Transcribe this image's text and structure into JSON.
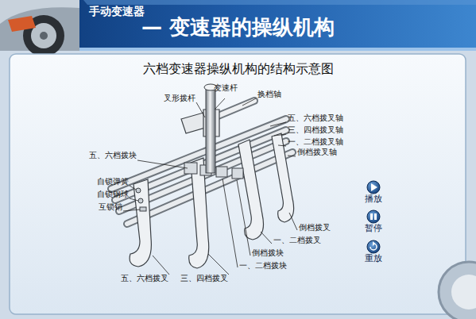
{
  "diagram": {
    "title": "六档变速器操纵机构的结构示意图",
    "labels": [
      "手动变速器",
      "— 变速器的操纵机构",
      "叉形拨杆",
      "变速杆",
      "换档轴",
      "五、六档拨叉轴",
      "三、四档拨叉轴",
      "一、二档拨叉轴",
      "倒档拨叉轴",
      "五、六档拨块",
      "自锁弹簧",
      "自锁钢球",
      "互锁销",
      "倒档拨叉",
      "一、二档拨叉",
      "倒档拨块",
      "一、二档拨块",
      "五、六档拨叉",
      "三、四档拨叉",
      "播放",
      "暂停",
      "重放"
    ]
  }
}
